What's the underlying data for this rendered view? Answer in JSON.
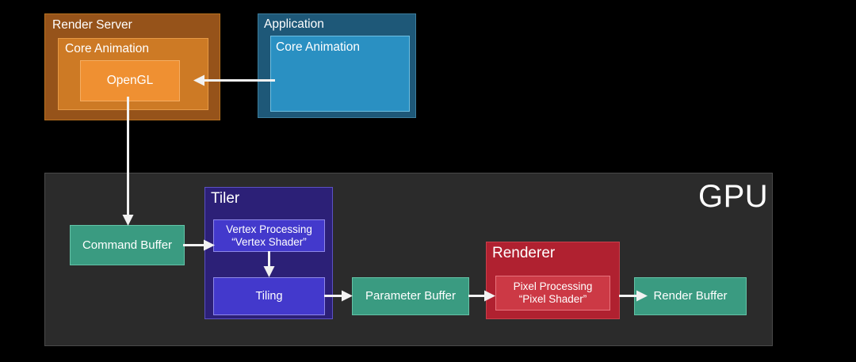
{
  "diagram": {
    "title_implicit": "iOS rendering pipeline",
    "background_color": "#000000",
    "arrow_color": "#f2f2f2"
  },
  "render_server": {
    "title": "Render Server",
    "color": "#96531a",
    "core_animation": {
      "title": "Core Animation",
      "color": "#cd7a25",
      "opengl": {
        "label": "OpenGL",
        "color": "#ef9032"
      }
    }
  },
  "application": {
    "title": "Application",
    "color": "#1e5878",
    "core_animation": {
      "title": "Core Animation",
      "color": "#2a90c2"
    }
  },
  "gpu": {
    "title": "GPU",
    "color": "#2b2b2b",
    "command_buffer": {
      "label": "Command Buffer",
      "color": "#3a9b81"
    },
    "tiler": {
      "title": "Tiler",
      "color": "#2c2077",
      "vertex_processing": {
        "line1": "Vertex Processing",
        "line2": "“Vertex Shader”",
        "color": "#4339cc"
      },
      "tiling": {
        "label": "Tiling",
        "color": "#4339cc"
      }
    },
    "parameter_buffer": {
      "label": "Parameter Buffer",
      "color": "#3a9b81"
    },
    "renderer": {
      "title": "Renderer",
      "color": "#b02130",
      "pixel_processing": {
        "line1": "Pixel Processing",
        "line2": "“Pixel Shader”",
        "color": "#cc3945"
      }
    },
    "render_buffer": {
      "label": "Render Buffer",
      "color": "#3a9b81"
    }
  },
  "arrows": [
    {
      "name": "app-to-render-server",
      "from": "Application Core Animation",
      "to": "Render Server OpenGL",
      "direction": "left"
    },
    {
      "name": "opengl-to-command-buffer",
      "from": "OpenGL",
      "to": "Command Buffer",
      "direction": "down"
    },
    {
      "name": "command-buffer-to-vertex-processing",
      "from": "Command Buffer",
      "to": "Vertex Processing",
      "direction": "right"
    },
    {
      "name": "vertex-processing-to-tiling",
      "from": "Vertex Processing",
      "to": "Tiling",
      "direction": "down"
    },
    {
      "name": "tiling-to-parameter-buffer",
      "from": "Tiling",
      "to": "Parameter Buffer",
      "direction": "right"
    },
    {
      "name": "parameter-buffer-to-pixel-processing",
      "from": "Parameter Buffer",
      "to": "Pixel Processing",
      "direction": "right"
    },
    {
      "name": "pixel-processing-to-render-buffer",
      "from": "Pixel Processing",
      "to": "Render Buffer",
      "direction": "right"
    }
  ]
}
